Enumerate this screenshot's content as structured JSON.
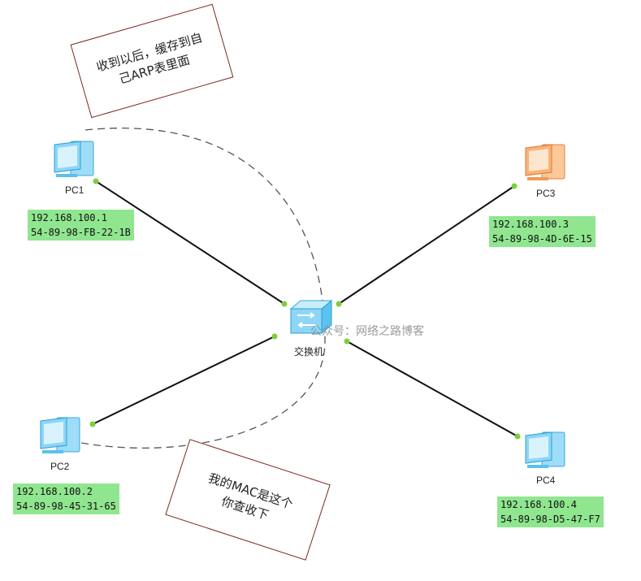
{
  "devices": {
    "pc1": {
      "name": "PC1",
      "ip": "192.168.100.1",
      "mac": "54-89-98-FB-22-1B"
    },
    "pc2": {
      "name": "PC2",
      "ip": "192.168.100.2",
      "mac": "54-89-98-45-31-65"
    },
    "pc3": {
      "name": "PC3",
      "ip": "192.168.100.3",
      "mac": "54-89-98-4D-6E-15"
    },
    "pc4": {
      "name": "PC4",
      "ip": "192.168.100.4",
      "mac": "54-89-98-D5-47-F7"
    },
    "switch": {
      "name": "交换机"
    }
  },
  "notes": {
    "top": {
      "line1": "收到以后，缓存到自",
      "line2": "己ARP表里面"
    },
    "bottom": {
      "line1": "我的MAC是这个",
      "line2": "你查收下"
    }
  },
  "watermark": "公众号：网络之路博客",
  "colors": {
    "label_bg": "#8fe68f",
    "link": "#111111",
    "port_dot": "#7ccf3a",
    "note_border": "#7a2a22",
    "pc_blue": "#4fc3f7",
    "pc_orange": "#f4a460"
  }
}
